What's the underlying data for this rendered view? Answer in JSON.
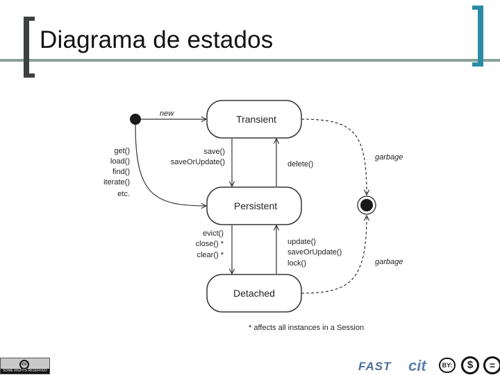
{
  "slide": {
    "title": "Diagrama de estados"
  },
  "diagram": {
    "states": {
      "transient": "Transient",
      "persistent": "Persistent",
      "detached": "Detached"
    },
    "labels": {
      "new": "new",
      "save": "save()",
      "save_or_update": "saveOrUpdate()",
      "delete": "delete()",
      "get": "get()",
      "load": "load()",
      "find": "find()",
      "iterate": "iterate()",
      "etc": "etc.",
      "garbage_top": "garbage",
      "evict": "evict()",
      "close": "close() *",
      "clear": "clear() *",
      "update": "update()",
      "save_or_update_2": "saveOrUpdate()",
      "lock": "lock()",
      "garbage_bottom": "garbage"
    },
    "footnote": "* affects all instances in a Session"
  },
  "footer": {
    "cc_text": "SOME RIGHTS RESERVED",
    "cc_mark": "cc",
    "fast_logo": "FAST",
    "cit_logo": "cit",
    "license_by": "BY:",
    "license_nc": "$",
    "license_nd": "="
  }
}
